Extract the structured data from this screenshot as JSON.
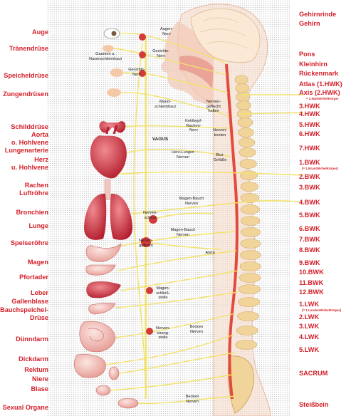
{
  "colors": {
    "labels": "#d4202a",
    "nerves": "#f2e36a",
    "spine": "#f1d49a",
    "cord": "#e24a3c",
    "organs": "#c8333f",
    "background_dots": "#cfcfcf"
  },
  "left_labels": {
    "auge": "Auge",
    "traenendruese": "Tränendrüse",
    "speicheldruese": "Speicheldrüse",
    "zungendruesen": "Zungendrüsen",
    "schilddruese": "Schilddrüse",
    "aorta": "Aorta",
    "o_hohlvene": "o. Hohlvene",
    "lungenarterie": "Lungenarterie",
    "herz": "Herz",
    "u_hohlvene": "u. Hohlvene",
    "rachen": "Rachen",
    "luftroehre": "Luftröhre",
    "bronchien": "Bronchien",
    "lunge": "Lunge",
    "speiseroehre": "Speiseröhre",
    "magen": "Magen",
    "pfortader": "Pfortader",
    "leber": "Leber",
    "gallenblase": "Gallenblase",
    "bauchspeichel": "Bauchspeichel-",
    "druese": "Drüse",
    "duenndarm": "Dünndarm",
    "dickdarm": "Dickdarm",
    "rektum": "Rektum",
    "niere": "Niere",
    "blase": "Blase",
    "sexual_organe": "Sexual Organe"
  },
  "right_labels": {
    "gehirnrinde": "Gehirnrinde",
    "gehirn": "Gehirn",
    "pons": "Pons",
    "kleinhirn": "Kleinhirn",
    "rueckenmark": "Rückenmark",
    "atlas": "Atlas (1.HWK)",
    "axis": "Axis (2.HWK)",
    "axis_note": "= 2.HalsWirbelKörper",
    "hwk3": "3.HWK",
    "hwk4": "4.HWK",
    "hwk5": "5.HWK",
    "hwk6": "6.HWK",
    "hwk7": "7.HWK",
    "bwk1": "1.BWK",
    "bwk1_note": "(= 1.BrustWirbelKörper)",
    "bwk2": "2.BWK",
    "bwk3": "3.BWK",
    "bwk4": "4.BWK",
    "bwk5": "5.BWK",
    "bwk6": "6.BWK",
    "bwk7": "7.BWK",
    "bwk8": "8.BWK",
    "bwk9": "9.BWK",
    "bwk10": "10.BWK",
    "bwk11": "11.BWK",
    "bwk12": "12.BWK",
    "lwk1": "1.LWK",
    "lwk1_note": "(= 1.LendenWirbelKörper)",
    "lwk2": "2.LWK",
    "lwk3": "3.LWK",
    "lwk4": "4.LWK",
    "lwk5": "5.LWK",
    "sacrum": "SACRUM",
    "steissbein": "Steißbein"
  },
  "inner_labels": {
    "augen_nerv_1": "Augen-",
    "augen_nerv_2": "Nerv",
    "gesichts_nerv_top_1": "Gesichts-",
    "gesichts_nerv_top_2": "Nerv",
    "traenen_1": "Gaumen u.",
    "traenen_2": "Nasenschleimhaut",
    "gesichts_nerv_1": "Gesichts-",
    "gesichts_nerv_2": "Nerv",
    "mund_1": "Mund-",
    "mund_2": "schleimhaut",
    "nerven_geflecht_1": "Nerven-",
    "nerven_geflecht_2": "geflecht",
    "nerven_geflecht_3": "halten",
    "kehlkopf_1": "Kehlkopf-",
    "kehlkopf_2": "Rachen-",
    "kehlkopf_3": "Nerv",
    "vagus": "VAGUS",
    "herz_lungen_1": "Herz-Lungen",
    "herz_lungen_2": "Nerven",
    "nerven_knoten_1": "Nerven-",
    "nerven_knoten_2": "knoten",
    "blut_gefaesse_1": "Blut-",
    "blut_gefaesse_2": "Gefäße",
    "nerven_schnur_1": "Nerven-",
    "nerven_schnur_2": "schnur",
    "magen_bauch_top_1": "Magen-Bauch",
    "magen_bauch_top_2": "Nerven",
    "nervengeflecht_1": "Nerven-",
    "nervengeflecht_2": "geflecht",
    "magen_bauch_1": "Magen-Bauch",
    "magen_bauch_2": "Nerven",
    "aorta_inner": "Aorta",
    "magen_schl_1": "Magen-",
    "magen_schl_2": "schließ-",
    "magen_schl_3": "stelle",
    "nerven_strang_1": "Nerven-",
    "nerven_strang_2": "strang-",
    "nerven_strang_3": "stelle",
    "becken_1": "Becken",
    "becken_2": "Nerven",
    "becken_bottom_1": "Becken",
    "becken_bottom_2": "Nerven"
  }
}
